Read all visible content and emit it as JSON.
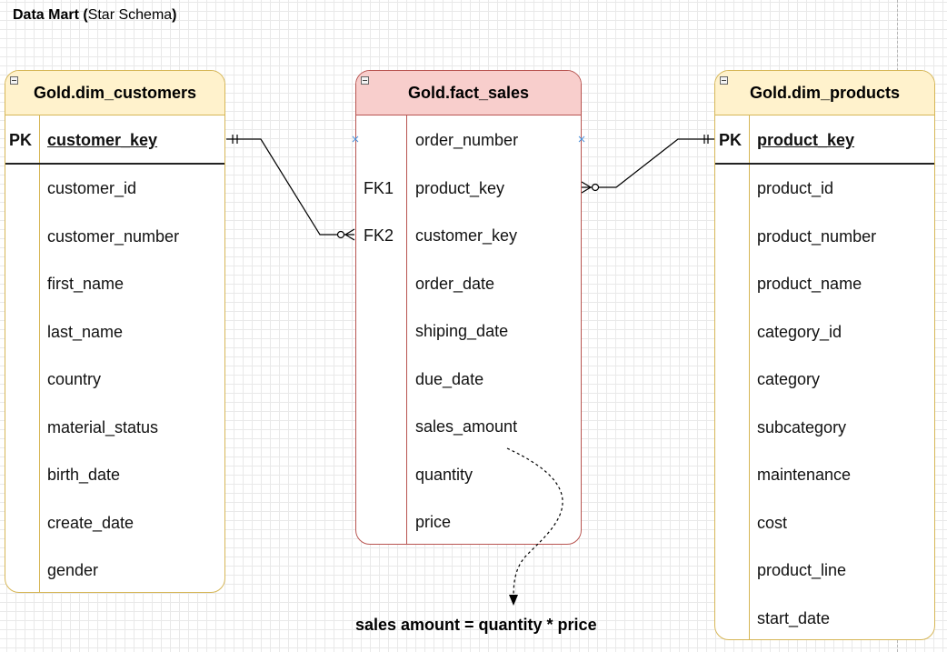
{
  "title": {
    "bold": "Data Mart (",
    "normal": "Star Schema",
    "close": ")"
  },
  "colors": {
    "dim_fill": "#fff2cc",
    "dim_stroke": "#d6b656",
    "fact_fill": "#f8cecc",
    "fact_stroke": "#b85450",
    "edge_text": "#000000"
  },
  "customers": {
    "name": "Gold.dim_customers",
    "pk_label": "PK",
    "pk_field": "customer_key",
    "fields": [
      "customer_id",
      "customer_number",
      "first_name",
      "last_name",
      "country",
      "material_status",
      "birth_date",
      "create_date",
      "gender"
    ]
  },
  "fact": {
    "name": "Gold.fact_sales",
    "fields": [
      {
        "key": "",
        "name": "order_number"
      },
      {
        "key": "FK1",
        "name": "product_key"
      },
      {
        "key": "FK2",
        "name": "customer_key"
      },
      {
        "key": "",
        "name": "order_date"
      },
      {
        "key": "",
        "name": "shiping_date"
      },
      {
        "key": "",
        "name": "due_date"
      },
      {
        "key": "",
        "name": "sales_amount"
      },
      {
        "key": "",
        "name": "quantity"
      },
      {
        "key": "",
        "name": "price"
      }
    ]
  },
  "products": {
    "name": "Gold.dim_products",
    "pk_label": "PK",
    "pk_field": "product_key",
    "fields": [
      "product_id",
      "product_number",
      "product_name",
      "category_id",
      "category",
      "subcategory",
      "maintenance",
      "cost",
      "product_line",
      "start_date"
    ]
  },
  "formula": "sales amount = quantity * price"
}
